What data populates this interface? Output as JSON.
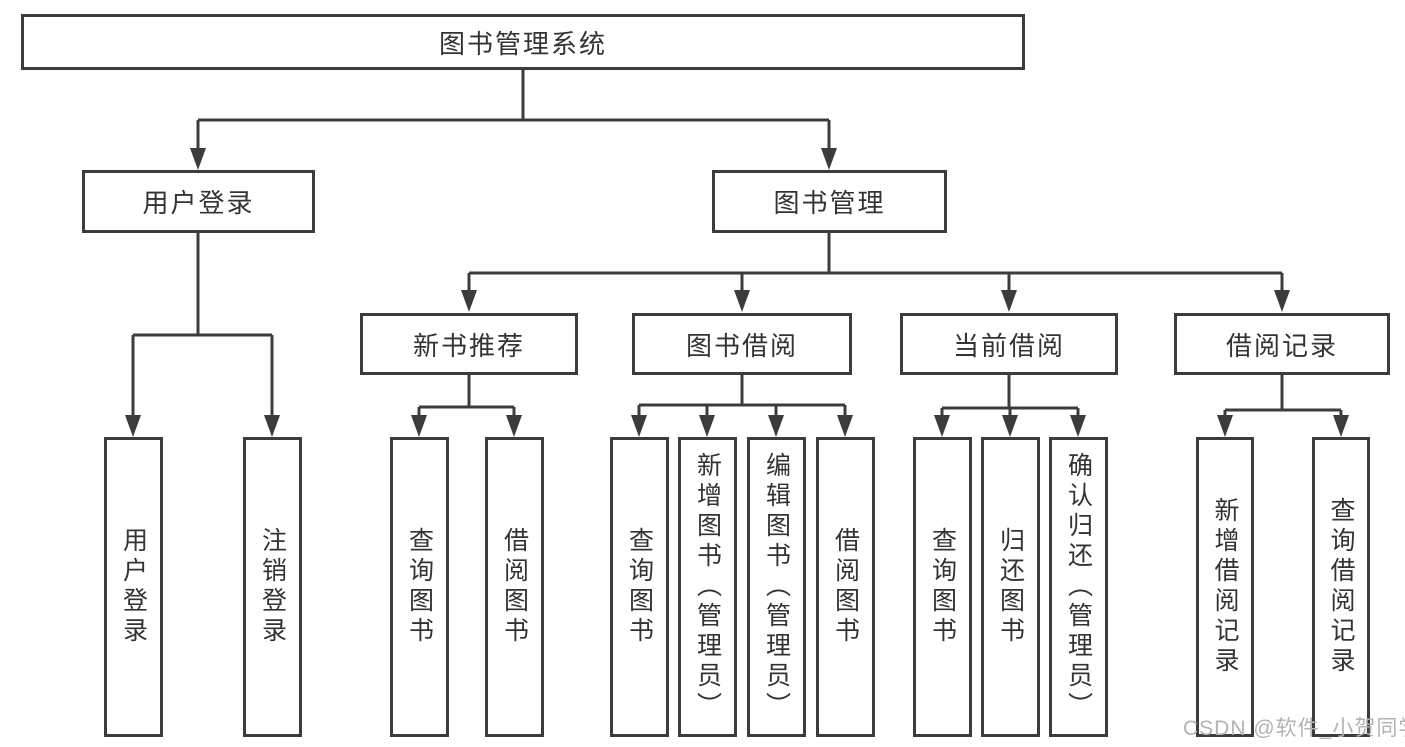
{
  "diagram": {
    "root": {
      "label": "图书管理系统"
    },
    "branches": [
      {
        "label": "用户登录",
        "children": [
          {
            "label": "用户登录"
          },
          {
            "label": "注销登录"
          }
        ]
      },
      {
        "label": "图书管理",
        "children": [
          {
            "label": "新书推荐",
            "children": [
              {
                "label": "查询图书"
              },
              {
                "label": "借阅图书"
              }
            ]
          },
          {
            "label": "图书借阅",
            "children": [
              {
                "label": "查询图书"
              },
              {
                "label": "新增图书（管理员）"
              },
              {
                "label": "编辑图书（管理员）"
              },
              {
                "label": "借阅图书"
              }
            ]
          },
          {
            "label": "当前借阅",
            "children": [
              {
                "label": "查询图书"
              },
              {
                "label": "归还图书"
              },
              {
                "label": "确认归还（管理员）"
              }
            ]
          },
          {
            "label": "借阅记录",
            "children": [
              {
                "label": "新增借阅记录"
              },
              {
                "label": "查询借阅记录"
              }
            ]
          }
        ]
      }
    ]
  },
  "watermark": {
    "text": "CSDN @软件_小贺同学"
  },
  "colors": {
    "line": "#3c3c3c",
    "text": "#333333",
    "box_fill": "#ffffff",
    "background": "#ffffff",
    "watermark": "#b3b3b3"
  }
}
